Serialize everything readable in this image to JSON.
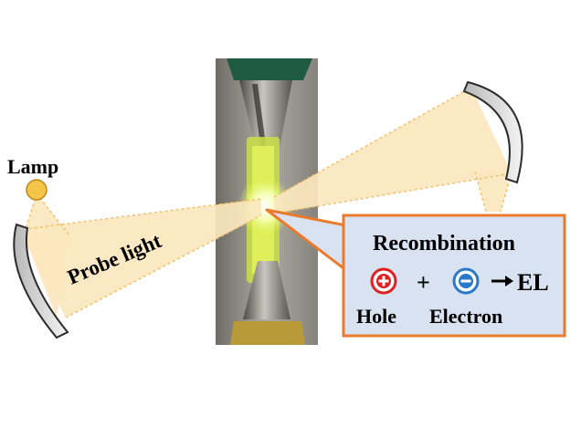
{
  "labels": {
    "lamp": "Lamp",
    "probe_light": "Probe light",
    "recombination": "Recombination",
    "plus_sign": "+",
    "el": "EL",
    "hole": "Hole",
    "electron": "Electron"
  },
  "icons": {
    "hole_symbol": "plus-circle-icon",
    "electron_symbol": "minus-circle-icon",
    "arrow": "right-arrow-icon"
  },
  "colors": {
    "beam_fill": "#fbe7be",
    "beam_edge": "#f2c06a",
    "lamp": "#f5c54a",
    "callout_border": "#ea7a2e",
    "callout_fill": "#d9e2f1",
    "hole_red": "#e02020",
    "electron_blue": "#2a78c8",
    "device_glow": "#e4f25a"
  }
}
